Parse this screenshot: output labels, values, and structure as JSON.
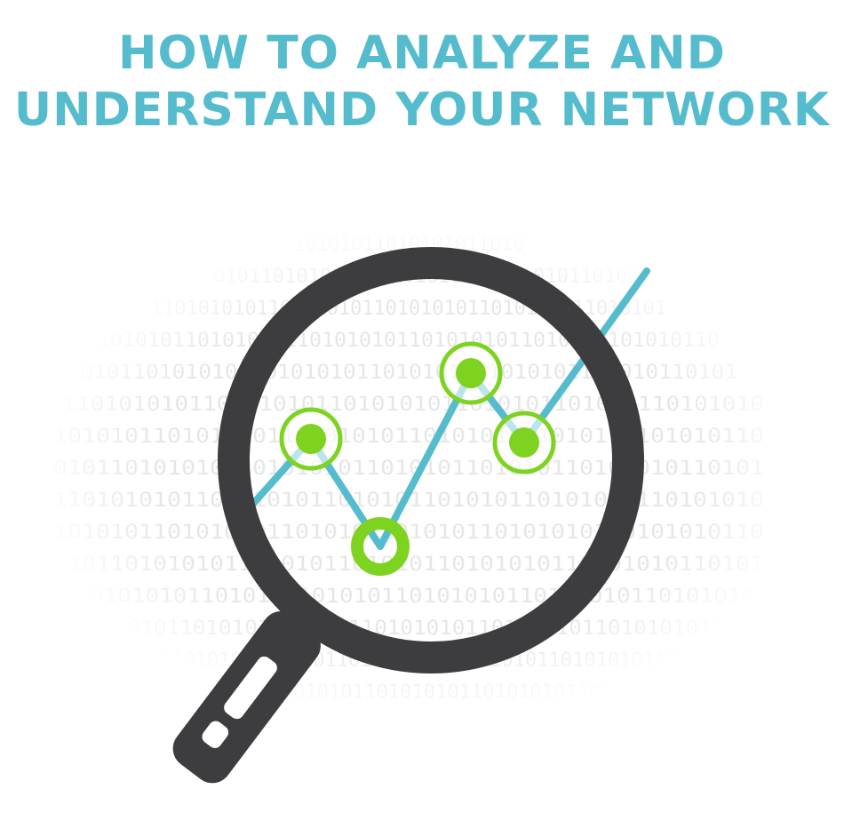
{
  "title": {
    "line1": "HOW TO ANALYZE AND",
    "line2": "UNDERSTAND YOUR NETWORK"
  },
  "colors": {
    "title": "#55bccd",
    "trend_line": "#55bccd",
    "nodes": "#7ed321",
    "magnifier": "#3d3d3f",
    "binary_text": "#e6e6e6"
  },
  "illustration": {
    "magnifier_icon": "magnifying-glass-icon",
    "binary_text": "10101011010101011010101011010101011010101011010101"
  }
}
